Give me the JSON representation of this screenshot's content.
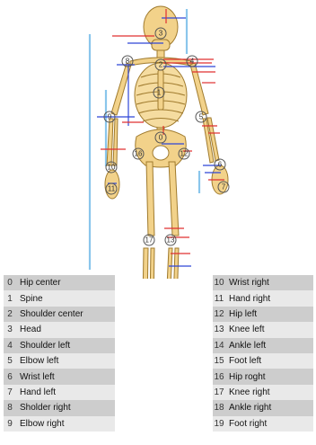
{
  "joints": [
    {
      "num": "0",
      "label": "Hip center"
    },
    {
      "num": "1",
      "label": "Spine"
    },
    {
      "num": "2",
      "label": "Shoulder center"
    },
    {
      "num": "3",
      "label": "Head"
    },
    {
      "num": "4",
      "label": "Shoulder left"
    },
    {
      "num": "5",
      "label": "Elbow left"
    },
    {
      "num": "6",
      "label": "Wrist left"
    },
    {
      "num": "7",
      "label": "Hand left"
    },
    {
      "num": "8",
      "label": "Sholder right"
    },
    {
      "num": "9",
      "label": "Elbow right"
    },
    {
      "num": "10",
      "label": "Wrist right"
    },
    {
      "num": "11",
      "label": "Hand right"
    },
    {
      "num": "12",
      "label": "Hip left"
    },
    {
      "num": "13",
      "label": "Knee left"
    },
    {
      "num": "14",
      "label": "Ankle left"
    },
    {
      "num": "15",
      "label": "Foot left"
    },
    {
      "num": "16",
      "label": "Hip roght"
    },
    {
      "num": "17",
      "label": "Knee right"
    },
    {
      "num": "18",
      "label": "Ankle right"
    },
    {
      "num": "19",
      "label": "Foot right"
    }
  ],
  "colors": {
    "bone": "#f2d28a",
    "bone_outline": "#a07b2e",
    "joint_marker": "#555555",
    "axis_x": "#e03030",
    "axis_y": "#2f46d8",
    "axis_z": "#64b4e6",
    "table_row_dark": "#cdcdcd",
    "table_row_light": "#e9e9e9"
  }
}
